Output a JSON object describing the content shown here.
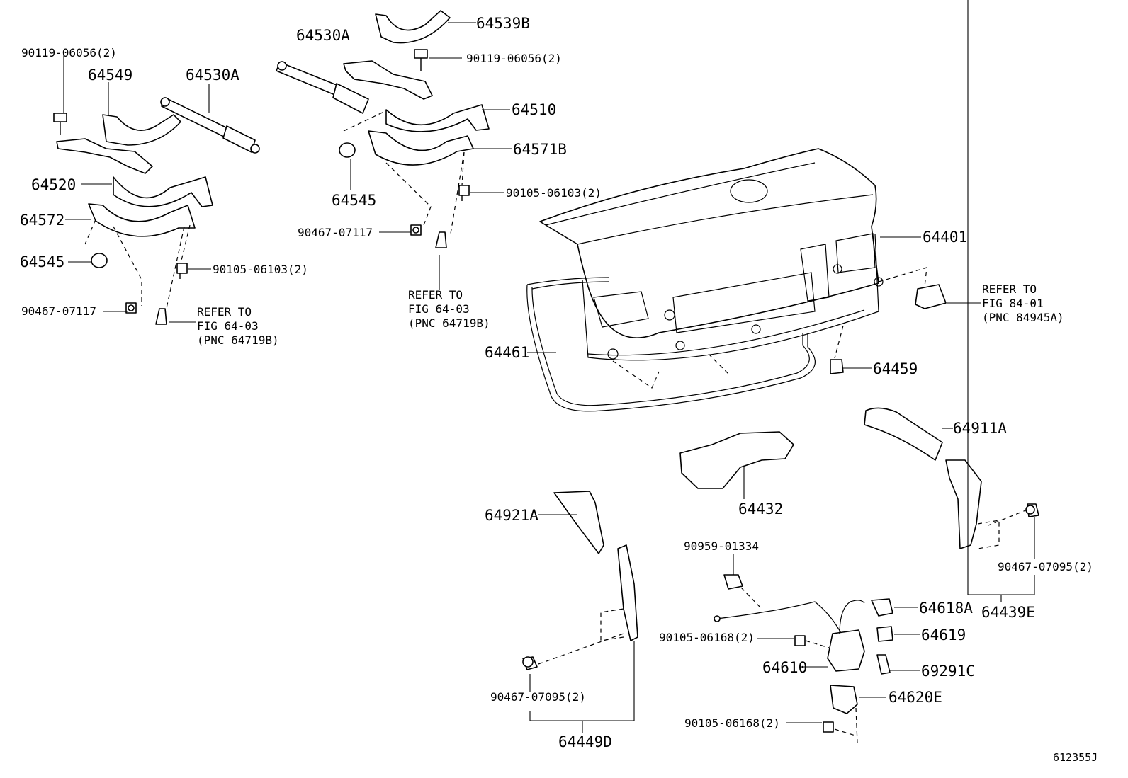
{
  "diagram": {
    "labels": {
      "p64539B": "64539B",
      "p90119_top": "90119-06056(2)",
      "p64530A_c": "64530A",
      "p90119_left": "90119-06056(2)",
      "p64549": "64549",
      "p64530A_l": "64530A",
      "p64510": "64510",
      "p64571B": "64571B",
      "p64520": "64520",
      "p90105_c": "90105-06103(2)",
      "p64545_c": "64545",
      "p64572": "64572",
      "p64401": "64401",
      "p90467_c": "90467-07117",
      "p64545_l": "64545",
      "p90105_l": "90105-06103(2)",
      "p90467_l": "90467-07117",
      "p64461": "64461",
      "p64459": "64459",
      "p64911A": "64911A",
      "p64432": "64432",
      "p64921A": "64921A",
      "p90959": "90959-01334",
      "p90467_r": "90467-07095(2)",
      "p64618A": "64618A",
      "p64439E": "64439E",
      "p90105_168a": "90105-06168(2)",
      "p64619": "64619",
      "p64610": "64610",
      "p69291C": "69291C",
      "p90467_b": "90467-07095(2)",
      "p64620E": "64620E",
      "p90105_168b": "90105-06168(2)",
      "p64449D": "64449D"
    },
    "refs": {
      "ref_left": [
        "REFER TO",
        "FIG 64-03",
        "(PNC 64719B)"
      ],
      "ref_center": [
        "REFER TO",
        "FIG 64-03",
        "(PNC 64719B)"
      ],
      "ref_right": [
        "REFER TO",
        "FIG 84-01",
        "(PNC 84945A)"
      ]
    },
    "figure_number": "612355J"
  }
}
